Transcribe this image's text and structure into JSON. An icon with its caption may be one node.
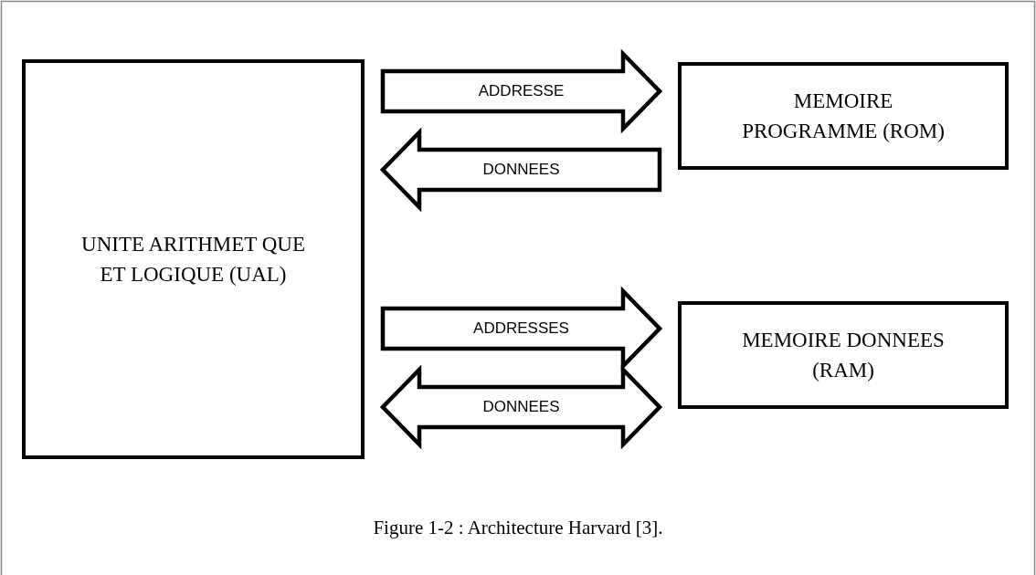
{
  "diagram": {
    "caption": "Figure 1-2 : Architecture Harvard [3].",
    "nodes": [
      {
        "text": [
          "UNITE ARITHMET QUE ET LOGIQUE (UAL)"
        ]
      },
      {
        "text": [
          "MEMOIRE PROGRAMME (ROM)"
        ]
      },
      {
        "text": [
          "MEMOIRE DONNEES (RAM)"
        ]
      }
    ],
    "edges": [
      {
        "from": 0,
        "to": 1,
        "arrow": "to",
        "label": "ADDRESSE"
      },
      {
        "from": 1,
        "to": 0,
        "arrow": "to",
        "label": "DONNEES"
      },
      {
        "from": 0,
        "to": 2,
        "arrow": "to",
        "label": "ADDRESSES"
      },
      {
        "from": 0,
        "to": 2,
        "arrow": "both",
        "label": "DONNEES"
      }
    ]
  }
}
